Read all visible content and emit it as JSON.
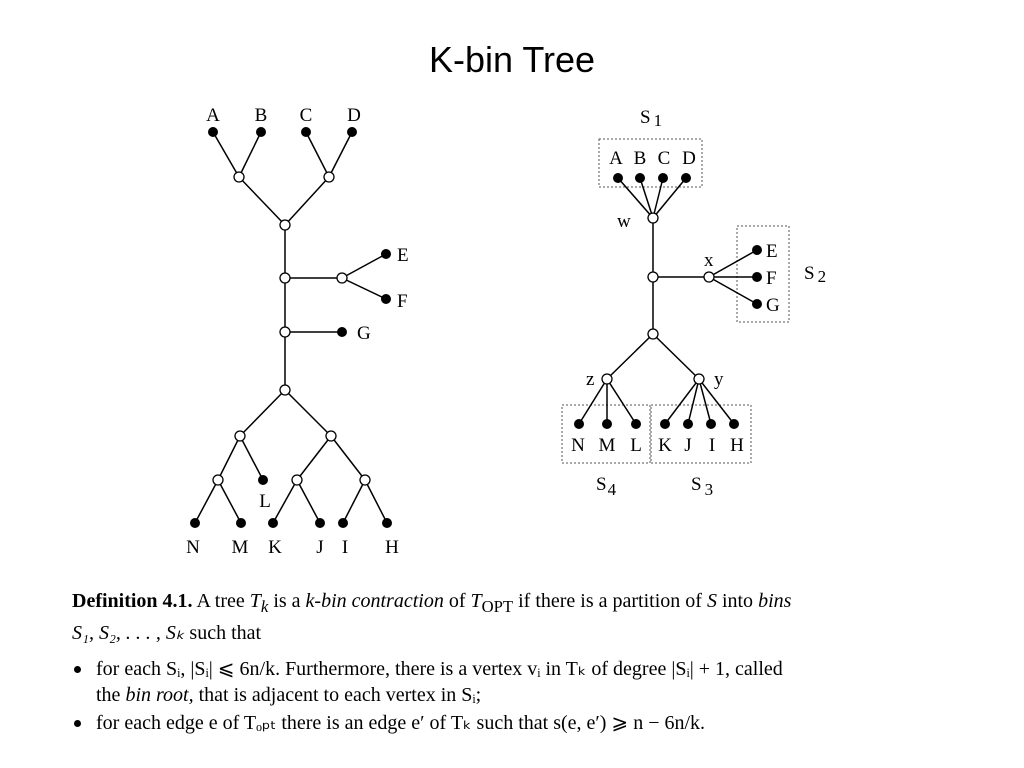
{
  "slide": {
    "title": "K-bin Tree"
  },
  "left_tree": {
    "leaves": [
      "A",
      "B",
      "C",
      "D",
      "E",
      "F",
      "G",
      "L",
      "N",
      "M",
      "K",
      "J",
      "I",
      "H"
    ]
  },
  "right_tree": {
    "bins": [
      {
        "name": "S",
        "sub": "1",
        "members": [
          "A",
          "B",
          "C",
          "D"
        ]
      },
      {
        "name": "S",
        "sub": "2",
        "members": [
          "E",
          "F",
          "G"
        ]
      },
      {
        "name": "S",
        "sub": "3",
        "members": [
          "K",
          "J",
          "I",
          "H"
        ]
      },
      {
        "name": "S",
        "sub": "4",
        "members": [
          "N",
          "M",
          "L"
        ]
      }
    ],
    "node_labels": {
      "w": "w",
      "x": "x",
      "y": "y",
      "z": "z"
    }
  },
  "definition": {
    "heading": "Definition 4.1.",
    "intro_1": " A tree ",
    "tk": "T",
    "tk_sub": "k",
    "intro_2": " is a ",
    "kbin": "k-bin contraction",
    "intro_3": " of ",
    "topt": "T",
    "topt_sub": "OPT",
    "intro_4": " if there is a partition of ",
    "S": "S",
    "intro_5": " into ",
    "bins_word": "bins",
    "set_list": "S₁, S₂, . . . , Sₖ",
    "intro_6": " such that",
    "bullet_1a": "for each Sᵢ, |Sᵢ| ⩽ 6n/k. Furthermore, there is a vertex vᵢ in Tₖ of degree |Sᵢ| + 1, called",
    "bullet_1b_pre": "the ",
    "bin_root": "bin root,",
    "bullet_1b_post": " that is adjacent to each vertex in Sᵢ;",
    "bullet_2": "for each edge e of Tₒₚₜ there is an edge e′ of Tₖ such that s(e, e′) ⩾ n − 6n/k."
  }
}
